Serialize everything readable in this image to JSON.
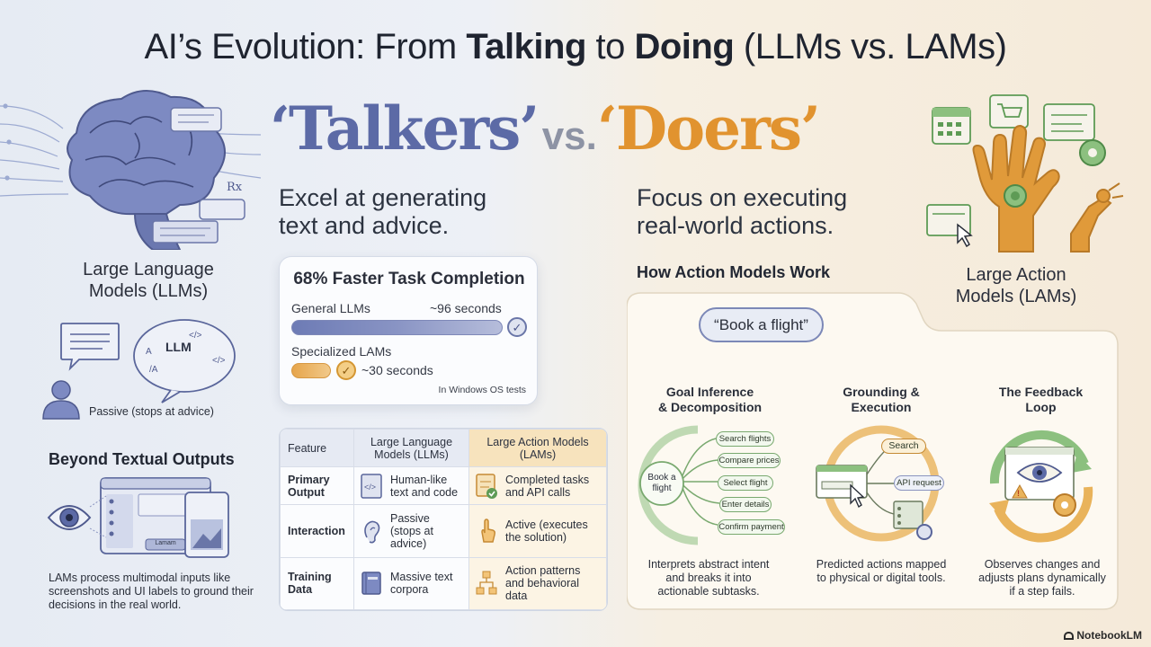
{
  "title": {
    "part1": "AI’s Evolution: From ",
    "bold1": "Talking",
    "part2": " to ",
    "bold2": "Doing",
    "part3": " (LLMs vs. LAMs)"
  },
  "headline": {
    "talkers": "‘Talkers’",
    "vs": "vs.",
    "doers": "‘Doers’"
  },
  "llm": {
    "label_line1": "Large Language",
    "label_line2": "Models (LLMs)",
    "tagline_line1": "Excel at generating",
    "tagline_line2": "text and advice.",
    "speech_label": "LLM",
    "passive_caption": "Passive (stops at advice)"
  },
  "lam": {
    "label_line1": "Large Action",
    "label_line2": "Models (LAMs)",
    "tagline_line1": "Focus on executing",
    "tagline_line2": "real-world actions."
  },
  "stats": {
    "title": "68% Faster Task Completion",
    "llm_label": "General LLMs",
    "llm_value": "~96 seconds",
    "lam_label": "Specialized LAMs",
    "lam_value": "~30 seconds",
    "footnote": "In Windows OS tests",
    "llm_seconds": 96,
    "lam_seconds": 30
  },
  "beyond": {
    "heading": "Beyond Textual Outputs",
    "desc_line1": "LAMs process multimodal inputs like",
    "desc_line2": "screenshots and UI labels to ground their",
    "desc_line3": "decisions in the real world.",
    "ui_button": "Lamam"
  },
  "table": {
    "headers": [
      "Feature",
      "Large Language Models (LLMs)",
      "Large Action Models (LAMs)"
    ],
    "rows": [
      {
        "feature": "Primary Output",
        "llm": "Human-like text and code",
        "lam": "Completed tasks and API calls"
      },
      {
        "feature": "Interaction",
        "llm": "Passive (stops at advice)",
        "lam": "Active (executes the solution)"
      },
      {
        "feature": "Training Data",
        "llm": "Massive text corpora",
        "lam": "Action patterns and behavioral data"
      }
    ]
  },
  "process": {
    "heading": "How Action Models Work",
    "prompt": "“Book a flight”",
    "steps": [
      {
        "title_line1": "Goal Inference",
        "title_line2": "& Decomposition",
        "desc_line1": "Interprets abstract intent",
        "desc_line2": "and breaks it into",
        "desc_line3": "actionable subtasks.",
        "center": "Book a flight",
        "subtasks": [
          "Search flights",
          "Compare prices",
          "Select flight",
          "Enter details",
          "Confirm payment"
        ]
      },
      {
        "title_line1": "Grounding &",
        "title_line2": "Execution",
        "desc_line1": "Predicted actions mapped",
        "desc_line2": "to physical or digital tools.",
        "search_label": "Search",
        "api_label": "API request"
      },
      {
        "title_line1": "The Feedback",
        "title_line2": "Loop",
        "desc_line1": "Observes changes and",
        "desc_line2": "adjusts plans dynamically",
        "desc_line3": "if a step fails."
      }
    ]
  },
  "brand": "NotebookLM",
  "colors": {
    "llm_accent": "#5c6aa6",
    "lam_accent": "#e1932f",
    "green": "#79a96f"
  }
}
